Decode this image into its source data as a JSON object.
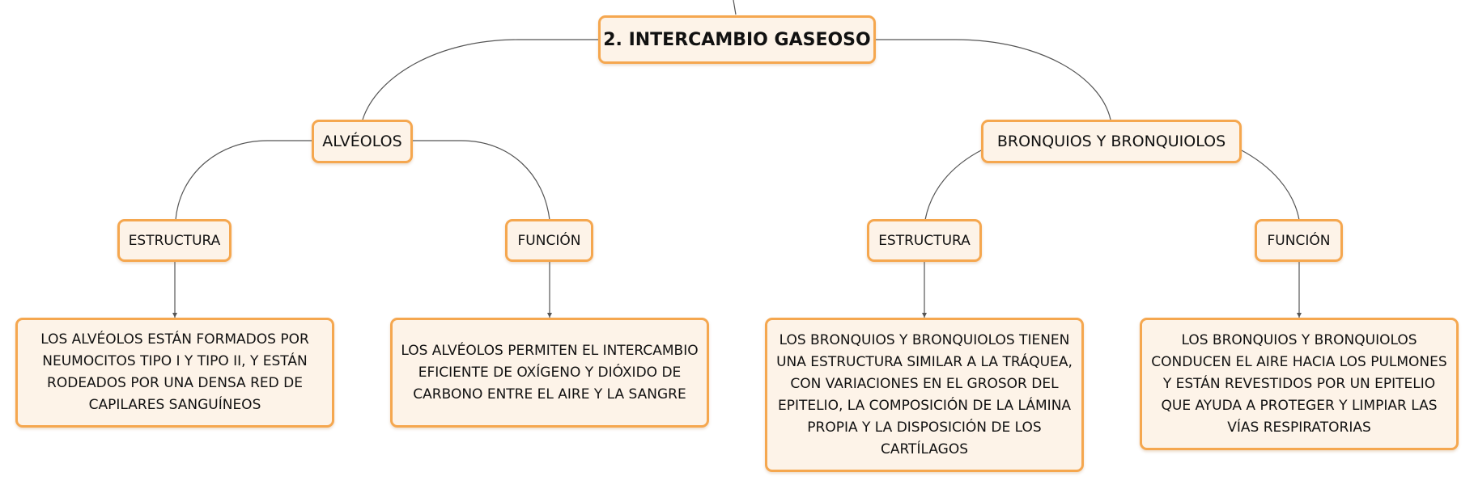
{
  "root": {
    "label": "2. INTERCAMBIO GASEOSO"
  },
  "alveolos": {
    "label": "ALVÉOLOS",
    "estructura": {
      "label": "ESTRUCTURA",
      "text": "LOS ALVÉOLOS ESTÁN FORMADOS POR NEUMOCITOS TIPO I Y TIPO II, Y ESTÁN RODEADOS POR UNA DENSA RED DE CAPILARES SANGUÍNEOS"
    },
    "funcion": {
      "label": "FUNCIÓN",
      "text": "LOS ALVÉOLOS PERMITEN EL INTERCAMBIO EFICIENTE DE OXÍGENO Y DIÓXIDO DE CARBONO ENTRE EL AIRE Y LA SANGRE"
    }
  },
  "bronquios": {
    "label": "BRONQUIOS Y BRONQUIOLOS",
    "estructura": {
      "label": "ESTRUCTURA",
      "text": "LOS BRONQUIOS Y BRONQUIOLOS TIENEN UNA ESTRUCTURA SIMILAR A LA TRÁQUEA, CON VARIACIONES EN EL GROSOR DEL EPITELIO, LA COMPOSICIÓN DE LA LÁMINA PROPIA Y LA DISPOSICIÓN DE LOS CARTÍLAGOS"
    },
    "funcion": {
      "label": "FUNCIÓN",
      "text": "LOS BRONQUIOS Y BRONQUIOLOS CONDUCEN EL AIRE HACIA LOS PULMONES Y ESTÁN REVESTIDOS POR UN EPITELIO QUE AYUDA A PROTEGER Y LIMPIAR LAS VÍAS RESPIRATORIAS"
    }
  },
  "colors": {
    "node_fill": "#fdf3e8",
    "node_border": "#f5a74f",
    "connector": "#555555"
  }
}
